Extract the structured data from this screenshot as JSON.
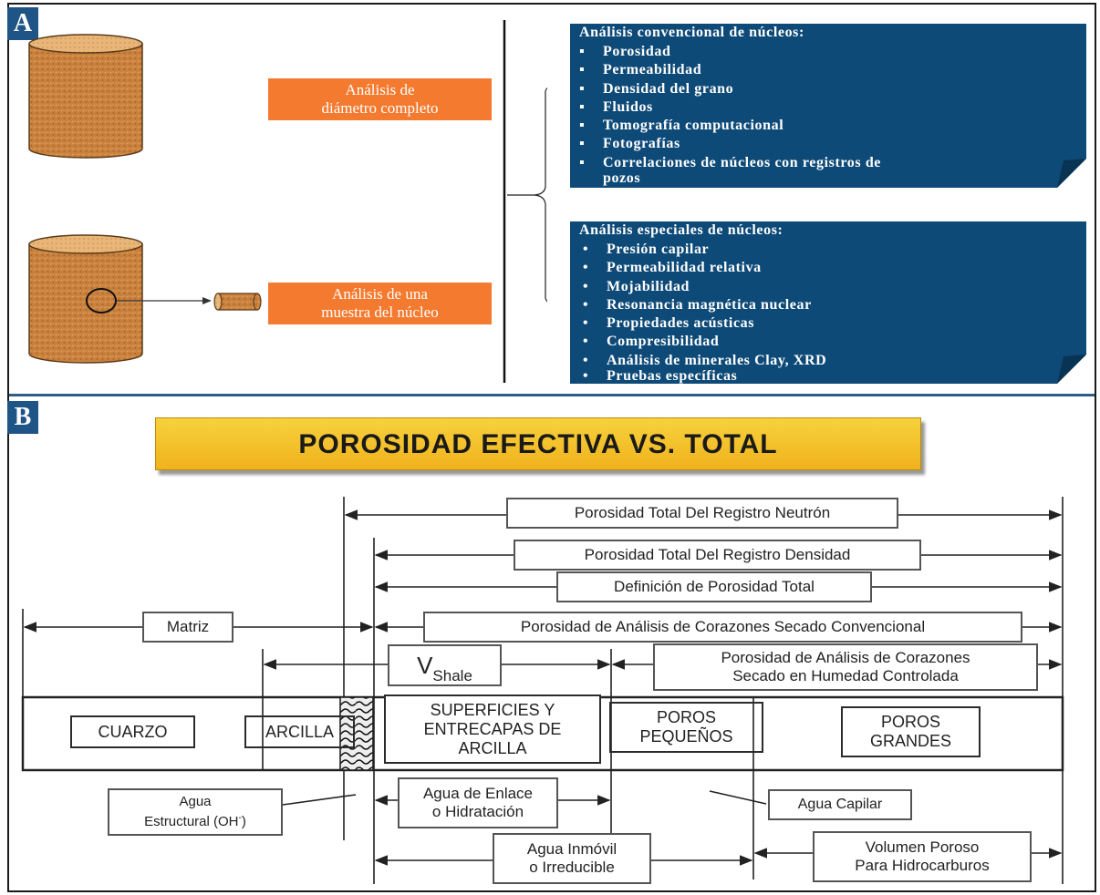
{
  "panel_a": {
    "letter": "A",
    "full_diameter": {
      "line1": "Análisis de",
      "line2": "diámetro completo"
    },
    "sample": {
      "line1": "Análisis de una",
      "line2": "muestra del núcleo"
    },
    "conventional": {
      "header": "Análisis convencional de núcleos:",
      "items": [
        "Porosidad",
        "Permeabilidad",
        "Densidad del grano",
        "Fluidos",
        "Tomografía computacional",
        "Fotografías",
        "Correlaciones de núcleos con registros de",
        "pozos"
      ]
    },
    "special": {
      "header": "Análisis especiales  de núcleos:",
      "items": [
        "Presión capilar",
        "Permeabilidad relativa",
        "Mojabilidad",
        "Resonancia magnética nuclear",
        "Propiedades acústicas",
        "Compresibilidad",
        "Análisis de minerales Clay, XRD",
        "Pruebas específicas"
      ]
    },
    "colors": {
      "blue_panel": "#0e4a78",
      "orange": "#f47a30"
    }
  },
  "panel_b": {
    "letter": "B",
    "title": "POROSIDAD EFECTIVA VS. TOTAL",
    "labels": {
      "neutron": "Porosidad Total Del Registro Neutrón",
      "density": "Porosidad Total Del Registro Densidad",
      "definition": "Definición de Porosidad Total",
      "matrix": "Matriz",
      "conventional_core": "Porosidad de Análisis de Corazones Secado Convencional",
      "vshale_main": "V",
      "vshale_sub": "Shale",
      "humidity_line1": "Porosidad de Análisis de Corazones",
      "humidity_line2": "Secado en Humedad Controlada"
    },
    "components": {
      "quartz": "CUARZO",
      "clay": "ARCILLA",
      "surfaces": [
        "SUPERFICIES Y",
        "ENTRECAPAS DE",
        "ARCILLA"
      ],
      "small_pores": [
        "POROS",
        "PEQUEÑOS"
      ],
      "large_pores": [
        "POROS",
        "GRANDES"
      ]
    },
    "water": {
      "structural_line1": "Agua",
      "structural_line2": "Estructural (OH",
      "structural_sup": "-",
      "structural_end": ")",
      "bound_line1": "Agua de Enlace",
      "bound_line2": "o Hidratación",
      "capillary": "Agua Capilar",
      "immobile_line1": "Agua Inmóvil",
      "immobile_line2": "o Irreducible",
      "hc_line1": "Volumen Poroso",
      "hc_line2": "Para Hidrocarburos"
    },
    "colors": {
      "title_fill": "#f2c12e"
    }
  }
}
